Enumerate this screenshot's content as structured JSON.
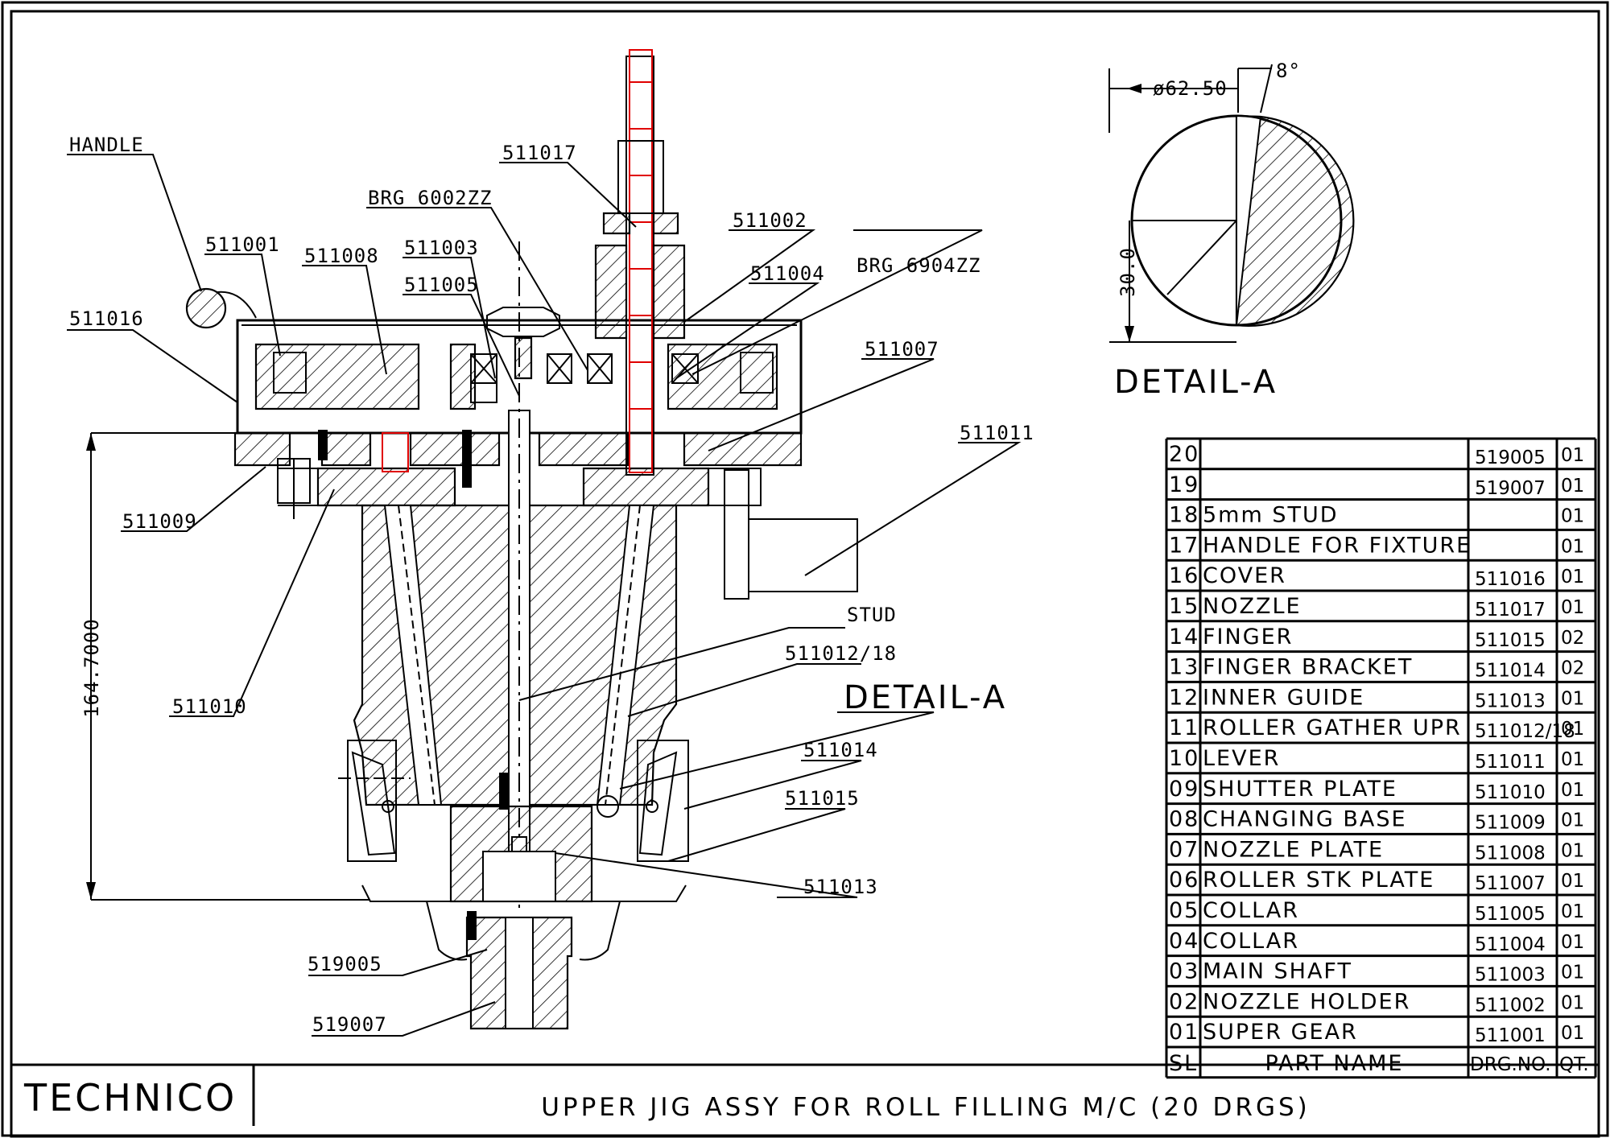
{
  "title_block": {
    "company": "TECHNICO",
    "title": "UPPER JIG ASSY FOR ROLL FILLING M/C (20 DRGS)"
  },
  "callouts": [
    {
      "id": "handle",
      "text": "HANDLE"
    },
    {
      "id": "p511001",
      "text": "511001"
    },
    {
      "id": "p511008",
      "text": "511008"
    },
    {
      "id": "p511016",
      "text": "511016"
    },
    {
      "id": "brg6002",
      "text": "BRG 6002ZZ"
    },
    {
      "id": "p511003",
      "text": "511003"
    },
    {
      "id": "p511005",
      "text": "511005"
    },
    {
      "id": "p511017",
      "text": "511017"
    },
    {
      "id": "p511002",
      "text": "511002"
    },
    {
      "id": "p511004",
      "text": "511004"
    },
    {
      "id": "brg6904",
      "text": "BRG 6904ZZ"
    },
    {
      "id": "p511007",
      "text": "511007"
    },
    {
      "id": "p511011",
      "text": "511011"
    },
    {
      "id": "p511009",
      "text": "511009"
    },
    {
      "id": "p511010",
      "text": "511010"
    },
    {
      "id": "stud",
      "text": "STUD"
    },
    {
      "id": "p511012",
      "text": "511012/18"
    },
    {
      "id": "detail_ref",
      "text": "DETAIL-A"
    },
    {
      "id": "p511014",
      "text": "511014"
    },
    {
      "id": "p511015",
      "text": "511015"
    },
    {
      "id": "p511013",
      "text": "511013"
    },
    {
      "id": "p519005",
      "text": "519005"
    },
    {
      "id": "p519007",
      "text": "519007"
    }
  ],
  "dimensions": {
    "height": "164.7000",
    "detail_dia": "ø62.50",
    "detail_angle": "8°",
    "detail_depth": "30.0"
  },
  "detail": {
    "title": "DETAIL-A"
  },
  "parts_list": {
    "headers": {
      "sl": "SL",
      "name": "PART NAME",
      "drg": "DRG.NO.",
      "qty": "QT."
    },
    "rows": [
      {
        "sl": "20",
        "name": "",
        "drg": "519005",
        "qty": "01"
      },
      {
        "sl": "19",
        "name": "",
        "drg": "519007",
        "qty": "01"
      },
      {
        "sl": "18",
        "name": " 5mm STUD",
        "drg": "",
        "qty": "01"
      },
      {
        "sl": "17",
        "name": "HANDLE FOR FIXTURE",
        "drg": "",
        "qty": "01"
      },
      {
        "sl": "16",
        "name": "  COVER",
        "drg": "511016",
        "qty": "01"
      },
      {
        "sl": "15",
        "name": "  NOZZLE",
        "drg": "511017",
        "qty": "01"
      },
      {
        "sl": "14",
        "name": "  FINGER",
        "drg": "511015",
        "qty": "02"
      },
      {
        "sl": "13",
        "name": "  FINGER BRACKET",
        "drg": "511014",
        "qty": "02"
      },
      {
        "sl": "12",
        "name": "  INNER GUIDE",
        "drg": "511013",
        "qty": "01"
      },
      {
        "sl": "11",
        "name": "ROLLER GATHER UPR",
        "drg": "511012/18",
        "qty": "01"
      },
      {
        "sl": "10",
        "name": "  LEVER",
        "drg": "511011",
        "qty": "01"
      },
      {
        "sl": "09",
        "name": "  SHUTTER PLATE",
        "drg": "511010",
        "qty": "01"
      },
      {
        "sl": "08",
        "name": "  CHANGING BASE",
        "drg": "511009",
        "qty": "01"
      },
      {
        "sl": "07",
        "name": "  NOZZLE PLATE",
        "drg": "511008",
        "qty": "01"
      },
      {
        "sl": "06",
        "name": " ROLLER STK PLATE",
        "drg": "511007",
        "qty": "01"
      },
      {
        "sl": "05",
        "name": "  COLLAR",
        "drg": "511005",
        "qty": "01"
      },
      {
        "sl": "04",
        "name": "  COLLAR",
        "drg": "511004",
        "qty": "01"
      },
      {
        "sl": "03",
        "name": "  MAIN SHAFT",
        "drg": "511003",
        "qty": "01"
      },
      {
        "sl": "02",
        "name": "  NOZZLE HOLDER",
        "drg": "511002",
        "qty": "01"
      },
      {
        "sl": "01",
        "name": "  SUPER GEAR",
        "drg": "511001",
        "qty": "01"
      }
    ]
  }
}
